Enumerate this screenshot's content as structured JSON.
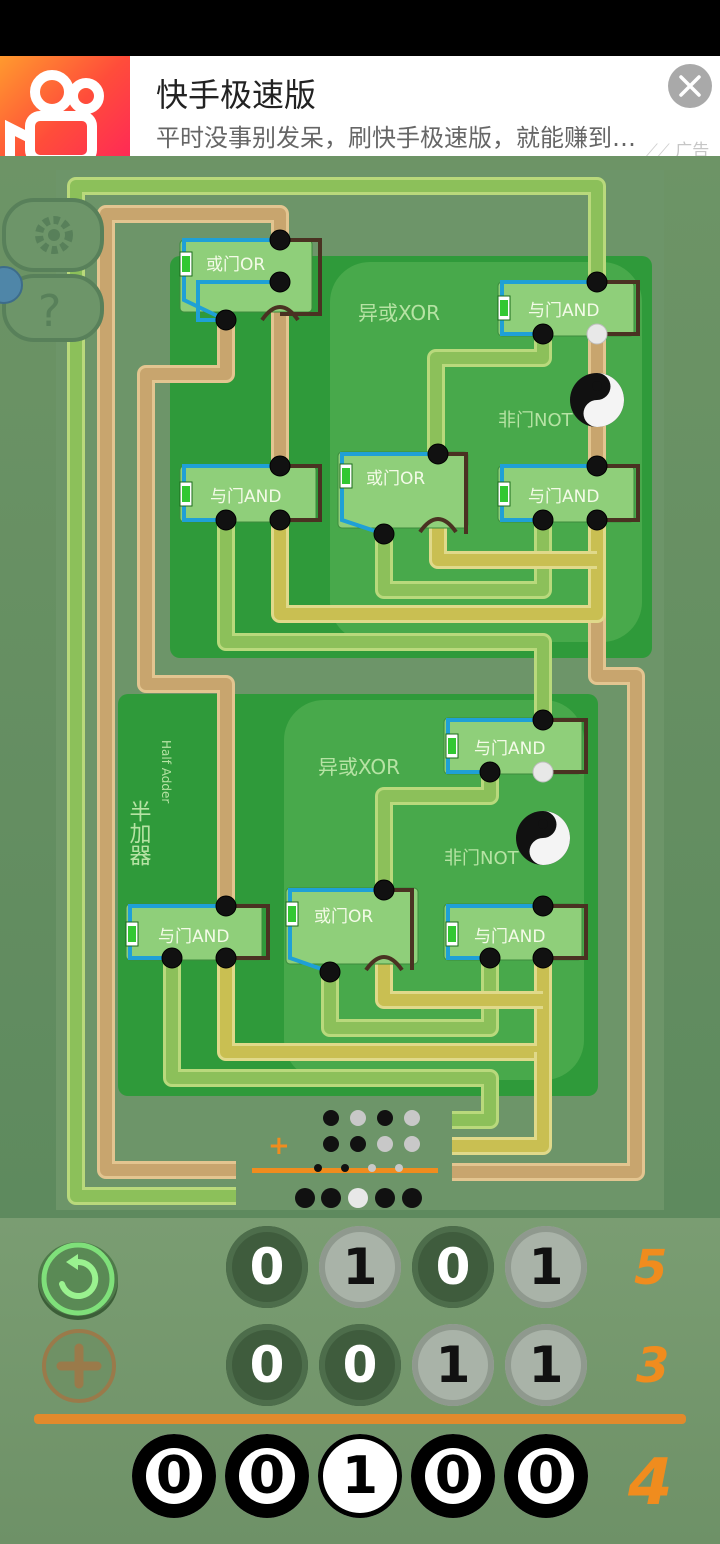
{
  "ad": {
    "title": "快手极速版",
    "subtitle": "平时没事别发呆，刷快手极速版，就能赚到…",
    "tag": "广告",
    "close_icon": "close-icon",
    "logo_icon": "kuaishou-logo-icon"
  },
  "side_buttons": {
    "settings_icon": "gear-icon",
    "help_icon": "question-icon"
  },
  "gates": {
    "or": "或门OR",
    "and": "与门AND",
    "xor": "异或XOR",
    "not": "非门NOT"
  },
  "half_adder": {
    "label_cn": "半加器",
    "label_en": "Half Adder"
  },
  "board": {
    "plus_sign": "+",
    "colors": {
      "wire_green": "#8cc05a",
      "wire_tan": "#c8a56e",
      "wire_yellow": "#c9bf52",
      "module_green": "#2f9a3a",
      "gate_box": "#8fcf7a"
    }
  },
  "inputs": {
    "row_a": {
      "bits": [
        "0",
        "1",
        "0",
        "1"
      ],
      "value": "5"
    },
    "row_b": {
      "bits": [
        "0",
        "0",
        "1",
        "1"
      ],
      "value": "3"
    }
  },
  "result": {
    "bits": [
      "0",
      "0",
      "1",
      "0",
      "0"
    ],
    "value": "4"
  },
  "controls": {
    "reset_icon": "reset-icon",
    "add_icon": "plus-icon"
  }
}
